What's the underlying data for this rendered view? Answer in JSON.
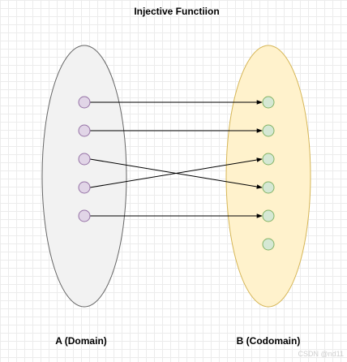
{
  "title": "Injective Functiion",
  "domain_set": {
    "label": "A (Domain)",
    "fill": "#f2f2f2",
    "stroke": "#666666",
    "element_count": 5,
    "element_fill": "#e1d5e7",
    "element_stroke": "#9673a6"
  },
  "codomain_set": {
    "label": "B (Codomain)",
    "fill": "#fff2cc",
    "stroke": "#d6b656",
    "element_count": 6,
    "element_fill": "#d5e8d4",
    "element_stroke": "#82b366"
  },
  "mapping": [
    {
      "from": 1,
      "to": 1
    },
    {
      "from": 2,
      "to": 2
    },
    {
      "from": 3,
      "to": 4
    },
    {
      "from": 4,
      "to": 3
    },
    {
      "from": 5,
      "to": 5
    }
  ],
  "watermark": "CSDN @nd11"
}
